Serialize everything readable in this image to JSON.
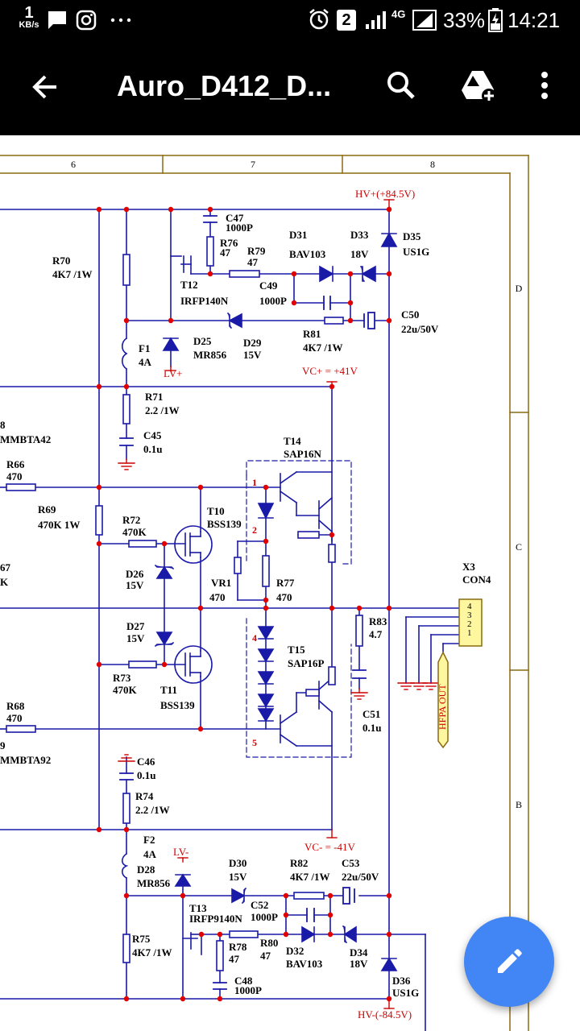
{
  "status_bar": {
    "net_speed": "1",
    "net_unit": "KB/s",
    "sim_badge": "2",
    "network_type": "4G",
    "battery_percent": "33%",
    "time": "14:21"
  },
  "toolbar": {
    "title": "Auro_D412_D..."
  },
  "schematic": {
    "column_headers": [
      "6",
      "7",
      "8"
    ],
    "row_labels": [
      "D",
      "C",
      "B"
    ],
    "hv_plus": "HV+(+84.5V)",
    "hv_minus": "HV-(-84.5V)",
    "vc_plus": "VC+ = +41V",
    "vc_minus": "VC- = -41V",
    "lv_plus": "LV+",
    "lv_minus": "LV-",
    "hfpa_out": "HFPA OUT",
    "pin_marks": [
      "1",
      "2",
      "4",
      "5"
    ],
    "connector_pins": [
      "4",
      "3",
      "2",
      "1"
    ],
    "components": [
      {
        "ref": "C47",
        "value": "1000P"
      },
      {
        "ref": "R76",
        "value": "47"
      },
      {
        "ref": "R79",
        "value": "47"
      },
      {
        "ref": "D31",
        "value": "BAV103"
      },
      {
        "ref": "D33",
        "value": "18V"
      },
      {
        "ref": "D35",
        "value": "US1G"
      },
      {
        "ref": "R70",
        "value": "4K7 /1W"
      },
      {
        "ref": "T12",
        "value": "IRFP140N"
      },
      {
        "ref": "C49",
        "value": "1000P"
      },
      {
        "ref": "C50",
        "value": "22u/50V"
      },
      {
        "ref": "R81",
        "value": "4K7 /1W"
      },
      {
        "ref": "F1",
        "value": "4A"
      },
      {
        "ref": "D25",
        "value": "MR856"
      },
      {
        "ref": "D29",
        "value": "15V"
      },
      {
        "ref": "R71",
        "value": "2.2 /1W"
      },
      {
        "ref": "8",
        "value": "MMBTA42"
      },
      {
        "ref": "C45",
        "value": "0.1u"
      },
      {
        "ref": "T14",
        "value": "SAP16N"
      },
      {
        "ref": "R66",
        "value": "470"
      },
      {
        "ref": "R69",
        "value": "470K  1W"
      },
      {
        "ref": "R72",
        "value": "470K"
      },
      {
        "ref": "T10",
        "value": "BSS139"
      },
      {
        "ref": "D26",
        "value": "15V"
      },
      {
        "ref": "67",
        "value": "K"
      },
      {
        "ref": "VR1",
        "value": "470"
      },
      {
        "ref": "R77",
        "value": "470"
      },
      {
        "ref": "X3",
        "value": "CON4"
      },
      {
        "ref": "D27",
        "value": "15V"
      },
      {
        "ref": "R83",
        "value": "4.7"
      },
      {
        "ref": "T15",
        "value": "SAP16P"
      },
      {
        "ref": "R73",
        "value": "470K"
      },
      {
        "ref": "T11",
        "value": "BSS139"
      },
      {
        "ref": "C51",
        "value": "0.1u"
      },
      {
        "ref": "R68",
        "value": "470"
      },
      {
        "ref": "9",
        "value": "MMBTA92"
      },
      {
        "ref": "C46",
        "value": "0.1u"
      },
      {
        "ref": "R74",
        "value": "2.2 /1W"
      },
      {
        "ref": "F2",
        "value": "4A"
      },
      {
        "ref": "D28",
        "value": "MR856"
      },
      {
        "ref": "D30",
        "value": "15V"
      },
      {
        "ref": "R82",
        "value": "4K7 /1W"
      },
      {
        "ref": "C53",
        "value": "22u/50V"
      },
      {
        "ref": "T13",
        "value": "IRFP9140N"
      },
      {
        "ref": "C52",
        "value": "1000P"
      },
      {
        "ref": "R75",
        "value": "4K7 /1W"
      },
      {
        "ref": "R78",
        "value": "47"
      },
      {
        "ref": "R80",
        "value": "47"
      },
      {
        "ref": "D32",
        "value": "BAV103"
      },
      {
        "ref": "D34",
        "value": "18V"
      },
      {
        "ref": "D36",
        "value": "US1G"
      },
      {
        "ref": "C48",
        "value": "1000P"
      }
    ]
  },
  "colors": {
    "wire": "#1a1aa8",
    "junction": "#e00000",
    "rail_label": "#cc0000",
    "frame": "#8a6a10",
    "fab": "#4285f4",
    "connector_fill": "#fff6a0"
  }
}
